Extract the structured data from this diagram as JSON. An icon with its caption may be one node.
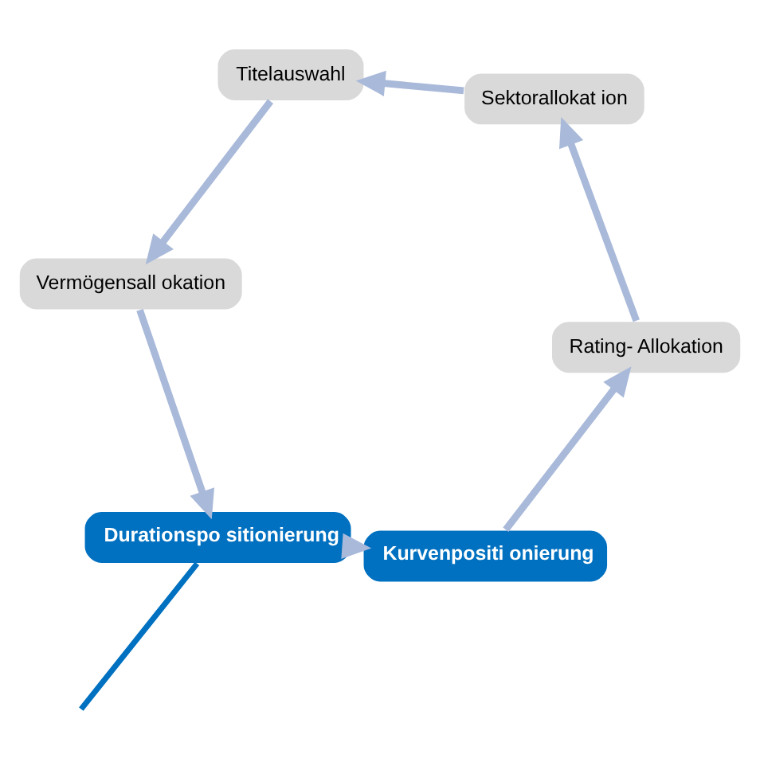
{
  "diagram": {
    "nodes": [
      {
        "text": [
          "Durationspo sitionierung"
        ]
      },
      {
        "text": [
          "Kurvenpositi onierung"
        ]
      },
      {
        "text": [
          "Rating- Allokation"
        ]
      },
      {
        "text": [
          "Sektorallokat ion"
        ]
      },
      {
        "text": [
          "Titelauswahl"
        ]
      },
      {
        "text": [
          "Vermögensall okation"
        ]
      }
    ],
    "edges": [
      {
        "from": 0,
        "to": 1,
        "arrow": "to"
      },
      {
        "from": 1,
        "to": 2,
        "arrow": "to"
      },
      {
        "from": 2,
        "to": 3,
        "arrow": "to"
      },
      {
        "from": 3,
        "to": 4,
        "arrow": "to"
      },
      {
        "from": 4,
        "to": 5,
        "arrow": "to"
      },
      {
        "from": 5,
        "to": 0,
        "arrow": "to"
      },
      {
        "from": null,
        "to": 0,
        "arrow": "none",
        "color": "#0070c0"
      }
    ]
  }
}
